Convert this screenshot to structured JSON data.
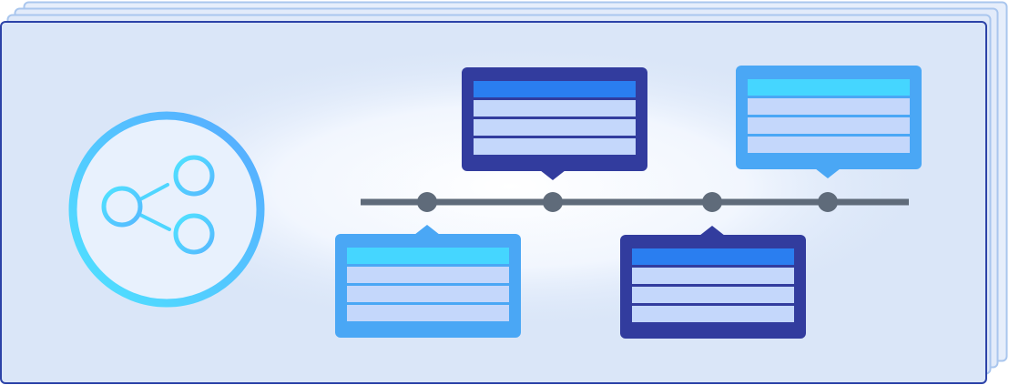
{
  "colors": {
    "page_background": "#ffffff",
    "frame_fill": "#dae6f8",
    "frame_glow": "#ffffff",
    "frame_border": "#2c43a8",
    "stack_border": "#a9c6ee",
    "timeline": "#5f6b7a",
    "icon_ring_start": "#4fe3ff",
    "icon_ring_end": "#57a9ff",
    "icon_fill": "#e8f1fd",
    "card_light": "#4aa7f5",
    "card_light_header": "#45d6ff",
    "card_dark": "#323c9e",
    "card_dark_header": "#2a7ef0",
    "card_row": "#c4d7fb"
  },
  "icon": {
    "name": "share-nodes-icon"
  },
  "timeline": {
    "points": [
      {
        "name": "timeline-point-1",
        "card": "card-below-1"
      },
      {
        "name": "timeline-point-2",
        "card": "card-above-1"
      },
      {
        "name": "timeline-point-3",
        "card": "card-below-2"
      },
      {
        "name": "timeline-point-4",
        "card": "card-above-2"
      }
    ]
  },
  "cards": [
    {
      "name": "card-above-1",
      "theme": "dark",
      "position": "above",
      "rows": 3
    },
    {
      "name": "card-above-2",
      "theme": "light",
      "position": "above",
      "rows": 3
    },
    {
      "name": "card-below-1",
      "theme": "light",
      "position": "below",
      "rows": 3
    },
    {
      "name": "card-below-2",
      "theme": "dark",
      "position": "below",
      "rows": 3
    }
  ]
}
